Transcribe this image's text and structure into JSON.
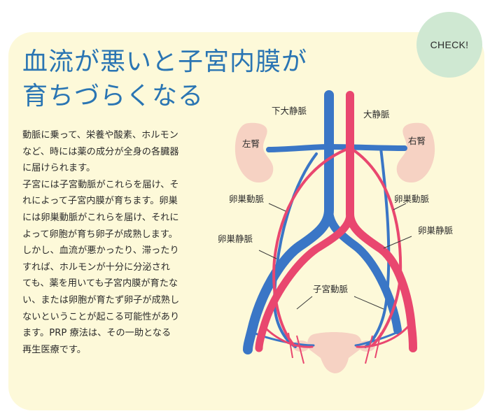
{
  "badge": "CHECK!",
  "title": {
    "line1": "血流が悪いと子宮内膜が",
    "line2": "育ちづらくなる"
  },
  "body": {
    "paragraph1": [
      "動脈に乗って、栄養や酸素、ホルモン",
      "など、時には薬の成分が全身の各臓器",
      "に届けられます。"
    ],
    "paragraph2": [
      "子宮には子宮動脈がこれらを届け、そ",
      "れによって子宮内膜が育ちます。卵巣",
      "には卵巣動脈がこれらを届け、それに",
      "よって卵胞が育ち卵子が成熟します。",
      "しかし、血流が悪かったり、滞ったり",
      "すれば、ホルモンが十分に分泌され",
      "ても、薬を用いても子宮内膜が育たな",
      "い、または卵胞が育たず卵子が成熟し",
      "ないということが起こる可能性があり",
      "ます。PRP 療法は、その一助となる",
      "再生医療です。"
    ]
  },
  "diagram": {
    "labels": {
      "ivc": "下大静脈",
      "aorta": "大静脈",
      "left_kidney": "左腎",
      "right_kidney": "右腎",
      "ovarian_artery_left": "卵巣動脈",
      "ovarian_artery_right": "卵巣動脈",
      "ovarian_vein_left": "卵巣静脈",
      "ovarian_vein_right": "卵巣静脈",
      "uterine_artery": "子宮動脈"
    },
    "colors": {
      "artery": "#e9476f",
      "vein": "#3a76c6",
      "organ": "#f6d2c3",
      "background": "#fdf9d9",
      "badge": "#cfe8d2",
      "title": "#2a75b3"
    }
  }
}
